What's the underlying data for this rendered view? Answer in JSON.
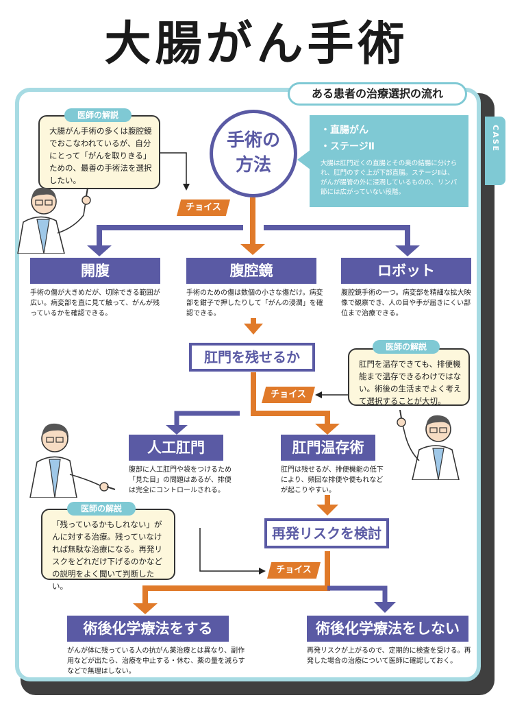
{
  "title": "大腸がん手術",
  "panel_tag": "ある患者の治療選択の流れ",
  "case_tab": "CASE",
  "method": {
    "line1": "手術の",
    "line2": "方法"
  },
  "case_info": {
    "item1": "・直腸がん",
    "item2": "・ステージⅡ",
    "desc": "大腸は肛門近くの直腸とその奥の結腸に分けられ、肛門のすぐ上が下部直腸。ステージⅡは、がんが腸管の外に浸潤しているものの、リンパ節には広がっていない段階。"
  },
  "choice_label": "チョイス",
  "doctor_tag": "医師の解説",
  "bubble1": {
    "text": "大腸がん手術の多くは腹腔鏡でおこなわれているが、自分にとって「がんを取りきる」ための、最善の手術法を選択したい。"
  },
  "bubble2": {
    "text": "肛門を温存できても、排便機能まで温存できるわけではない。術後の生活までよく考えて選択することが大切。"
  },
  "bubble3": {
    "text": "「残っているかもしれない」がんに対する治療。残っていなければ無駄な治療になる。再発リスクをどれだけ下げるのかなどの説明をよく聞いて判断したい。"
  },
  "options1": [
    {
      "label": "開腹",
      "desc": "手術の傷が大きめだが、切除できる範囲が広い。病変部を直に見て触って、がんが残っているかを確認できる。"
    },
    {
      "label": "腹腔鏡",
      "desc": "手術のための傷は数個の小さな傷だけ。病変部を鉗子で押したりして「がんの浸潤」を確認できる。"
    },
    {
      "label": "ロボット",
      "desc": "腹腔鏡手術の一つ。病変部を精細な拡大映像で観察でき、人の目や手が届きにくい部位まで治療できる。"
    }
  ],
  "question1": "肛門を残せるか",
  "options2": [
    {
      "label": "人工肛門",
      "desc": "腹部に人工肛門や袋をつけるため「見た目」の問題はあるが、排便は完全にコントロールされる。"
    },
    {
      "label": "肛門温存術",
      "desc": "肛門は残せるが、排便機能の低下により、頻回な排便や便もれなどが起こりやすい。"
    }
  ],
  "question2": "再発リスクを検討",
  "options3": [
    {
      "label": "術後化学療法をする",
      "desc": "がんが体に残っている人の抗がん薬治療とは異なり、副作用などが出たら、治療を中止する・休む、薬の量を減らすなどで無理はしない。"
    },
    {
      "label": "術後化学療法をしない",
      "desc": "再発リスクが上がるので、定期的に検査を受ける。再発した場合の治療について医師に確認しておく。"
    }
  ],
  "colors": {
    "purple": "#5a5aa4",
    "orange": "#e07a2a",
    "teal": "#7fc9d4",
    "cream": "#fdf7dc"
  },
  "icons": [
    "doctor-illustration",
    "arrow-down-icon",
    "pointer-arrow-icon"
  ]
}
